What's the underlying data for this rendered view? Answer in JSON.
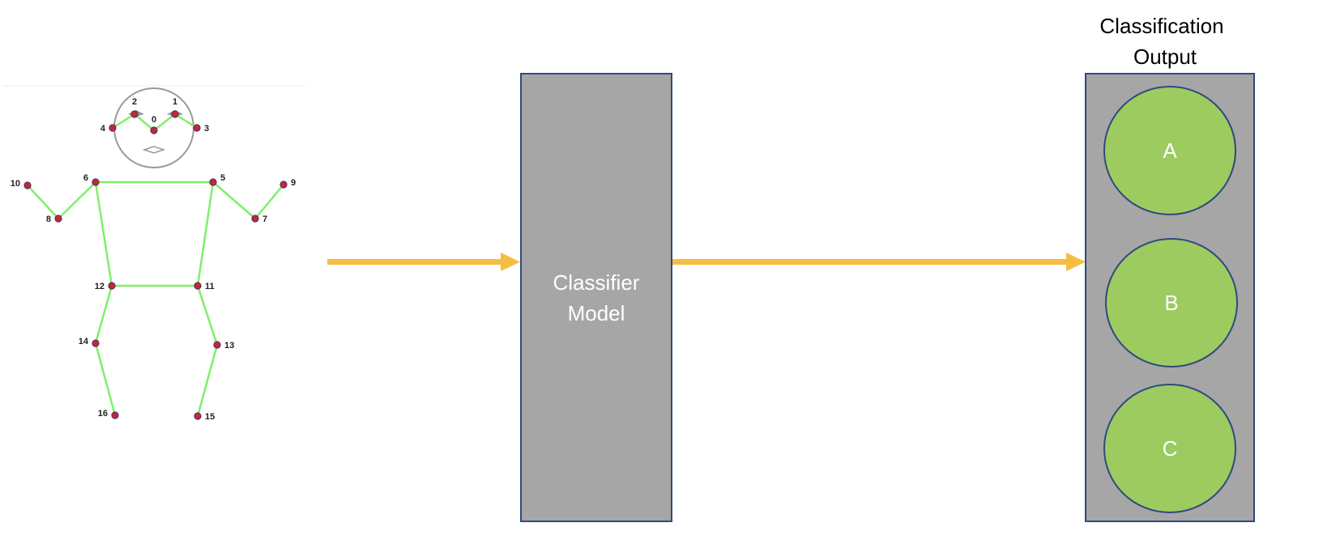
{
  "skeleton": {
    "keypoints": [
      {
        "id": "0"
      },
      {
        "id": "1"
      },
      {
        "id": "2"
      },
      {
        "id": "3"
      },
      {
        "id": "4"
      },
      {
        "id": "5"
      },
      {
        "id": "6"
      },
      {
        "id": "7"
      },
      {
        "id": "8"
      },
      {
        "id": "9"
      },
      {
        "id": "10"
      },
      {
        "id": "11"
      },
      {
        "id": "12"
      },
      {
        "id": "13"
      },
      {
        "id": "14"
      },
      {
        "id": "15"
      },
      {
        "id": "16"
      }
    ],
    "edges": [
      [
        0,
        1
      ],
      [
        0,
        2
      ],
      [
        1,
        3
      ],
      [
        2,
        4
      ],
      [
        5,
        6
      ],
      [
        5,
        7
      ],
      [
        7,
        9
      ],
      [
        6,
        8
      ],
      [
        8,
        10
      ],
      [
        5,
        11
      ],
      [
        6,
        12
      ],
      [
        11,
        12
      ],
      [
        11,
        13
      ],
      [
        13,
        15
      ],
      [
        12,
        14
      ],
      [
        14,
        16
      ]
    ],
    "colors": {
      "joint": "#c0283a",
      "bone": "#7df06a",
      "head": "#9a9a9a"
    }
  },
  "classifier": {
    "line1": "Classifier",
    "line2": "Model"
  },
  "output": {
    "title_line1": "Classification",
    "title_line2": "Output",
    "classes": [
      "A",
      "B",
      "C"
    ]
  },
  "colors": {
    "arrow": "#f5bd41",
    "block": "#a6a6a6",
    "border": "#2f4a7e",
    "node": "#9dcb60"
  }
}
